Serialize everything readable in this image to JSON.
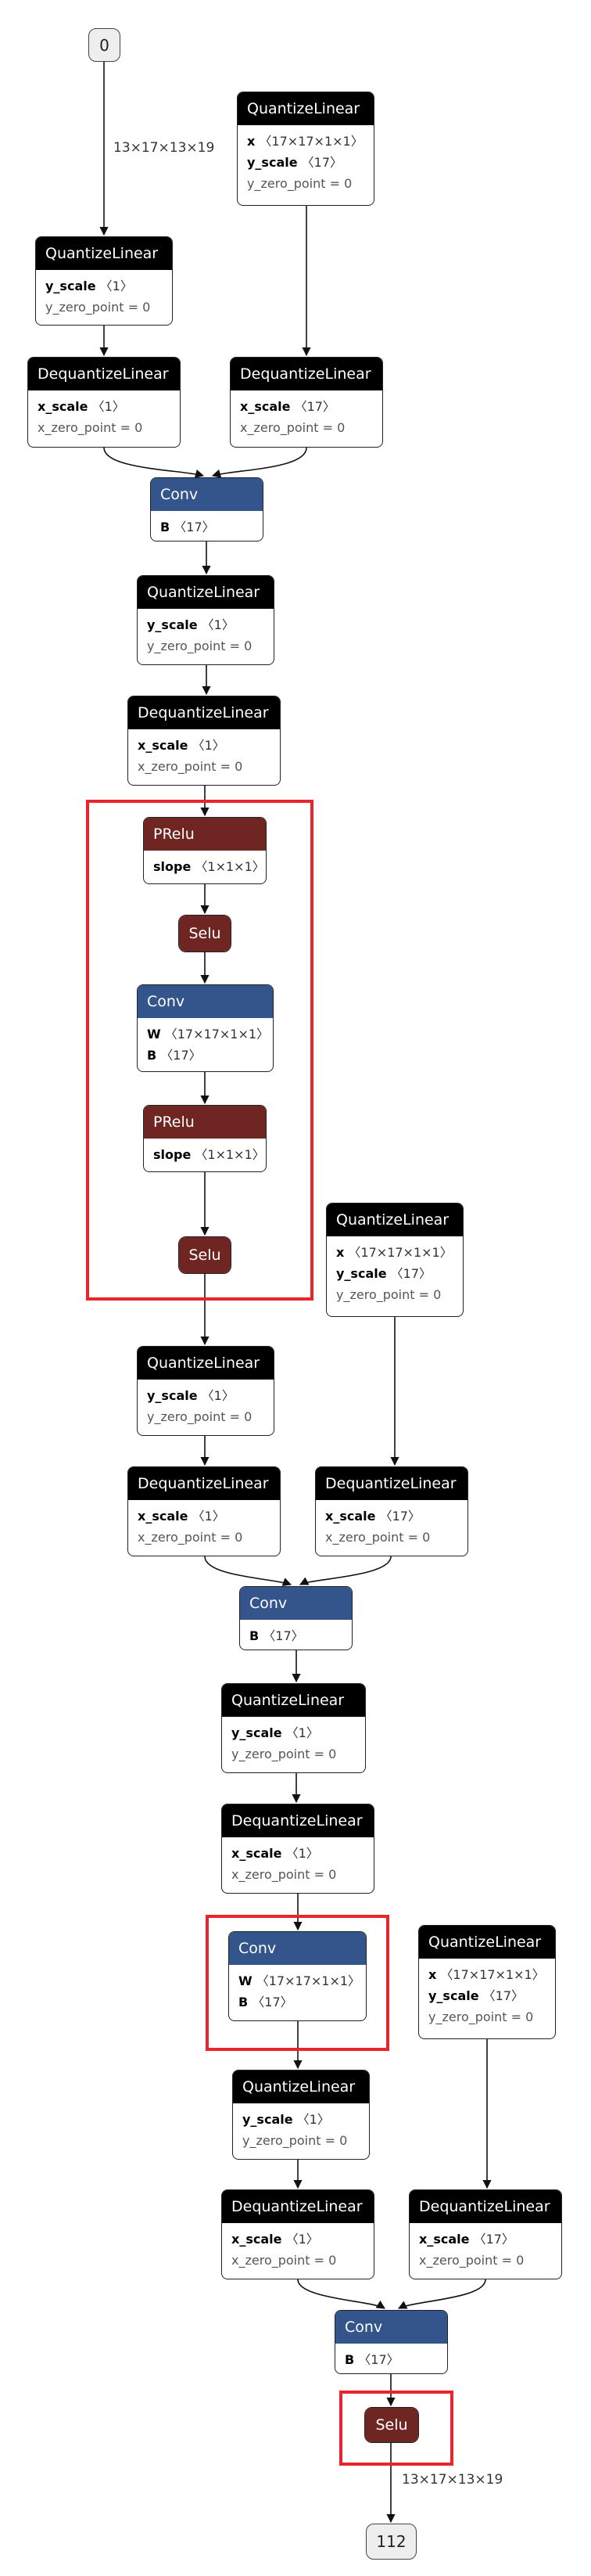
{
  "graph": {
    "input": "0",
    "output": "112",
    "edge_labels": {
      "input_shape": "13×17×13×19",
      "output_shape": "13×17×13×19"
    },
    "nodes": {
      "ql_x1": {
        "title": "QuantizeLinear",
        "attrs": [
          {
            "k": "x",
            "v": "〈17×17×1×1〉"
          },
          {
            "k": "y_scale",
            "v": "〈17〉"
          },
          {
            "k": "y_zero_point = 0",
            "v": "",
            "light": true
          }
        ]
      },
      "ql_y1": {
        "title": "QuantizeLinear",
        "attrs": [
          {
            "k": "y_scale",
            "v": "〈1〉"
          },
          {
            "k": "y_zero_point = 0",
            "v": "",
            "light": true
          }
        ]
      },
      "dql_a1": {
        "title": "DequantizeLinear",
        "attrs": [
          {
            "k": "x_scale",
            "v": "〈1〉"
          },
          {
            "k": "x_zero_point = 0",
            "v": "",
            "light": true
          }
        ]
      },
      "dql_b1": {
        "title": "DequantizeLinear",
        "attrs": [
          {
            "k": "x_scale",
            "v": "〈17〉"
          },
          {
            "k": "x_zero_point = 0",
            "v": "",
            "light": true
          }
        ]
      },
      "conv1": {
        "title": "Conv",
        "attrs": [
          {
            "k": "B",
            "v": "〈17〉"
          }
        ]
      },
      "ql_y2": {
        "title": "QuantizeLinear",
        "attrs": [
          {
            "k": "y_scale",
            "v": "〈1〉"
          },
          {
            "k": "y_zero_point = 0",
            "v": "",
            "light": true
          }
        ]
      },
      "dql_a2": {
        "title": "DequantizeLinear",
        "attrs": [
          {
            "k": "x_scale",
            "v": "〈1〉"
          },
          {
            "k": "x_zero_point = 0",
            "v": "",
            "light": true
          }
        ]
      },
      "prelu1": {
        "title": "PRelu",
        "attrs": [
          {
            "k": "slope",
            "v": "〈1×1×1〉"
          }
        ]
      },
      "selu1": {
        "title": "Selu"
      },
      "conv2": {
        "title": "Conv",
        "attrs": [
          {
            "k": "W",
            "v": "〈17×17×1×1〉"
          },
          {
            "k": "B",
            "v": "〈17〉"
          }
        ]
      },
      "prelu2": {
        "title": "PRelu",
        "attrs": [
          {
            "k": "slope",
            "v": "〈1×1×1〉"
          }
        ]
      },
      "selu2": {
        "title": "Selu"
      },
      "ql_x2": {
        "title": "QuantizeLinear",
        "attrs": [
          {
            "k": "x",
            "v": "〈17×17×1×1〉"
          },
          {
            "k": "y_scale",
            "v": "〈17〉"
          },
          {
            "k": "y_zero_point = 0",
            "v": "",
            "light": true
          }
        ]
      },
      "ql_y3": {
        "title": "QuantizeLinear",
        "attrs": [
          {
            "k": "y_scale",
            "v": "〈1〉"
          },
          {
            "k": "y_zero_point = 0",
            "v": "",
            "light": true
          }
        ]
      },
      "dql_a3": {
        "title": "DequantizeLinear",
        "attrs": [
          {
            "k": "x_scale",
            "v": "〈1〉"
          },
          {
            "k": "x_zero_point = 0",
            "v": "",
            "light": true
          }
        ]
      },
      "dql_b2": {
        "title": "DequantizeLinear",
        "attrs": [
          {
            "k": "x_scale",
            "v": "〈17〉"
          },
          {
            "k": "x_zero_point = 0",
            "v": "",
            "light": true
          }
        ]
      },
      "conv3": {
        "title": "Conv",
        "attrs": [
          {
            "k": "B",
            "v": "〈17〉"
          }
        ]
      },
      "ql_y4": {
        "title": "QuantizeLinear",
        "attrs": [
          {
            "k": "y_scale",
            "v": "〈1〉"
          },
          {
            "k": "y_zero_point = 0",
            "v": "",
            "light": true
          }
        ]
      },
      "dql_a4": {
        "title": "DequantizeLinear",
        "attrs": [
          {
            "k": "x_scale",
            "v": "〈1〉"
          },
          {
            "k": "x_zero_point = 0",
            "v": "",
            "light": true
          }
        ]
      },
      "conv4": {
        "title": "Conv",
        "attrs": [
          {
            "k": "W",
            "v": "〈17×17×1×1〉"
          },
          {
            "k": "B",
            "v": "〈17〉"
          }
        ]
      },
      "ql_x3": {
        "title": "QuantizeLinear",
        "attrs": [
          {
            "k": "x",
            "v": "〈17×17×1×1〉"
          },
          {
            "k": "y_scale",
            "v": "〈17〉"
          },
          {
            "k": "y_zero_point = 0",
            "v": "",
            "light": true
          }
        ]
      },
      "ql_y5": {
        "title": "QuantizeLinear",
        "attrs": [
          {
            "k": "y_scale",
            "v": "〈1〉"
          },
          {
            "k": "y_zero_point = 0",
            "v": "",
            "light": true
          }
        ]
      },
      "dql_a5": {
        "title": "DequantizeLinear",
        "attrs": [
          {
            "k": "x_scale",
            "v": "〈1〉"
          },
          {
            "k": "x_zero_point = 0",
            "v": "",
            "light": true
          }
        ]
      },
      "dql_b3": {
        "title": "DequantizeLinear",
        "attrs": [
          {
            "k": "x_scale",
            "v": "〈17〉"
          },
          {
            "k": "x_zero_point = 0",
            "v": "",
            "light": true
          }
        ]
      },
      "conv5": {
        "title": "Conv",
        "attrs": [
          {
            "k": "B",
            "v": "〈17〉"
          }
        ]
      },
      "selu3": {
        "title": "Selu"
      }
    }
  },
  "colors": {
    "quant_header": "#000000",
    "conv_header": "#34558b",
    "activation_header": "#6f2622",
    "highlight": "#e8242c",
    "edge": "#111111"
  }
}
